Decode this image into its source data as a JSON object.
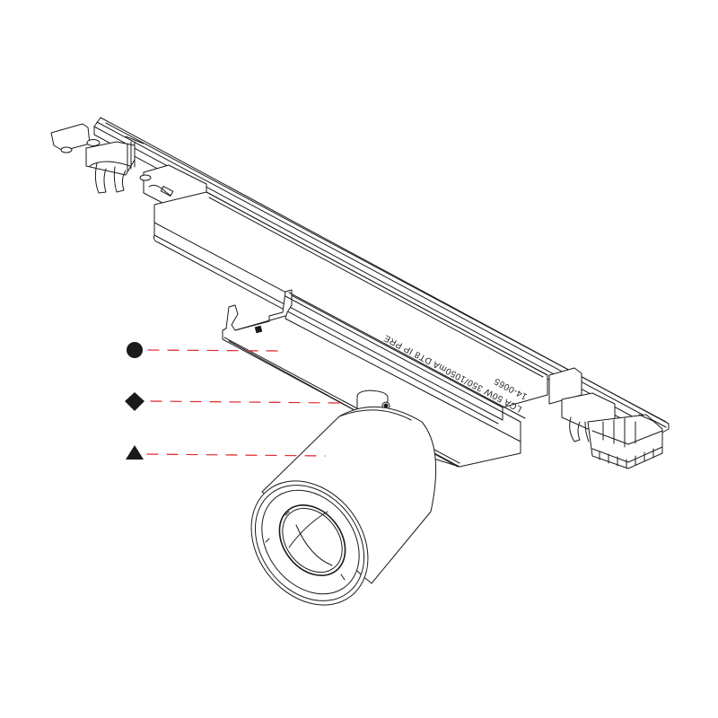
{
  "diagram": {
    "subject": "track spotlight with adapter and driver housing",
    "background": "#ffffff",
    "line_color": "#1a1a1a",
    "leader_color": "#e0262b",
    "rail_text": {
      "line1": "LCA 50W 350/1050mA DT8 IP PRE",
      "line2": "14-0065"
    },
    "legend": [
      {
        "marker": "circle",
        "symbol": "●",
        "target": "driver housing channel"
      },
      {
        "marker": "diamond",
        "symbol": "◆",
        "target": "mounting stem"
      },
      {
        "marker": "triangle",
        "symbol": "▲",
        "target": "spotlight body"
      }
    ]
  }
}
